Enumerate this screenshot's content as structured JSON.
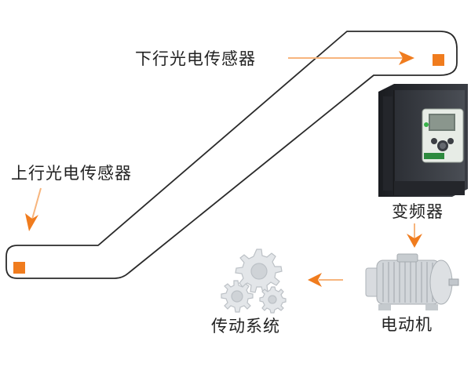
{
  "labels": {
    "down_sensor": "下行光电传感器",
    "up_sensor": "上行光电传感器",
    "inverter": "变频器",
    "motor": "电动机",
    "transmission": "传动系统"
  },
  "colors": {
    "accent": "#f07c1e",
    "belt_line": "#2a2a2a",
    "arrow_faint": "#f7b57d"
  },
  "icons": {
    "sensor": "orange-square-icon",
    "inverter": "variable-frequency-drive-icon",
    "motor": "electric-motor-icon",
    "gears": "gears-icon"
  }
}
